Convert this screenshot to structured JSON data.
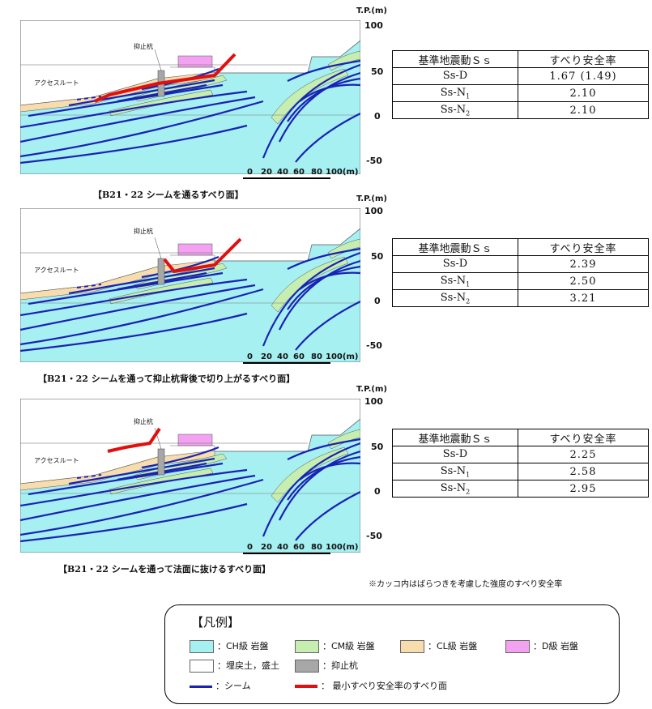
{
  "axis": {
    "title": "T.P.(m)",
    "ticks": [
      "100",
      "50",
      "0",
      "-50"
    ]
  },
  "scale_bar": {
    "ticks": [
      "0",
      "20",
      "40",
      "60",
      "80",
      "100(m)"
    ]
  },
  "labels": {
    "access_route": "アクセスルート",
    "pile": "抑止杭"
  },
  "table_header": {
    "col1": "基準地震動Ｓｓ",
    "col2": "すべり安全率"
  },
  "sections": [
    {
      "caption": "【B21・22 シームを通るすべり面】",
      "rows": [
        {
          "label": "Ss-D",
          "sub": "",
          "value": "1.67 (1.49)"
        },
        {
          "label": "Ss-N",
          "sub": "1",
          "value": "2.10"
        },
        {
          "label": "Ss-N",
          "sub": "2",
          "value": "2.10"
        }
      ]
    },
    {
      "caption": "【B21・22 シームを通って抑止杭背後で切り上がるすべり面】",
      "rows": [
        {
          "label": "Ss-D",
          "sub": "",
          "value": "2.39"
        },
        {
          "label": "Ss-N",
          "sub": "1",
          "value": "2.50"
        },
        {
          "label": "Ss-N",
          "sub": "2",
          "value": "3.21"
        }
      ]
    },
    {
      "caption": "【B21・22 シームを通って法面に抜けるすべり面】",
      "rows": [
        {
          "label": "Ss-D",
          "sub": "",
          "value": "2.25"
        },
        {
          "label": "Ss-N",
          "sub": "1",
          "value": "2.58"
        },
        {
          "label": "Ss-N",
          "sub": "2",
          "value": "2.95"
        }
      ]
    }
  ],
  "note": "※カッコ内はばらつきを考慮した強度のすべり安全率",
  "legend": {
    "title": "【凡例】",
    "items": [
      {
        "label": "：CH級 岩盤",
        "color": "#a6f0f2"
      },
      {
        "label": "：CM級 岩盤",
        "color": "#c6eeb0"
      },
      {
        "label": "：CL級 岩盤",
        "color": "#f7dcae"
      },
      {
        "label": "：D級 岩盤",
        "color": "#f2a2f0"
      },
      {
        "label": "：埋戻土，盛土",
        "color": "#ffffff"
      },
      {
        "label": "：抑止杭",
        "color": "#a7a7a7"
      },
      {
        "label": "：シーム",
        "color": "#1a22b4"
      },
      {
        "label": "： 最小すべり安全率のすべり面",
        "color": "#e01010"
      }
    ]
  },
  "colors": {
    "ch": "#a6f0f2",
    "cm": "#c6eeb0",
    "cl": "#f7dcae",
    "d": "#f2a2f0",
    "seam": "#1a22b4",
    "slip": "#e01010",
    "pile": "#a7a7a7"
  }
}
